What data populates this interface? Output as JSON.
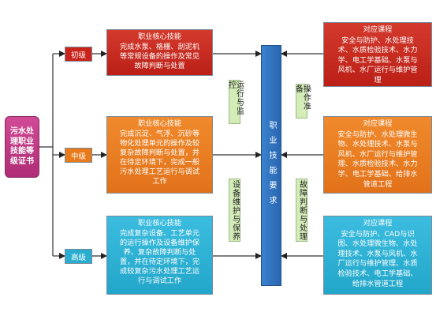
{
  "certificate": {
    "label": "污水处理职业技能等级证书"
  },
  "levels": [
    {
      "label": "初级",
      "color": "#c8241b"
    },
    {
      "label": "中级",
      "color": "#e87a1a"
    },
    {
      "label": "高级",
      "color": "#2aaed0"
    }
  ],
  "skills": [
    {
      "title": "职业核心技能",
      "lines": [
        "完成水泵、格栅、刮泥机",
        "等常规设备的操作及常见",
        "故障判断与处置"
      ]
    },
    {
      "title": "职业核心技能",
      "lines": [
        "完成沉淀、气浮、沉砂等",
        "物化处理单元的操作及较",
        "复杂故障判断与处置，并",
        "在待定环境下，完成一般",
        "污水处理工艺运行与调试",
        "工作"
      ]
    },
    {
      "title": "职业核心技能",
      "lines": [
        "完成复杂设备、工艺单元",
        "的运行操作及设备维护保",
        "养、复杂故障判断与处",
        "置，并在待定环境下，完",
        "成较复杂污水处理工艺运",
        "行与调试工作"
      ]
    }
  ],
  "courses": [
    {
      "title": "对应课程",
      "lines": [
        "安全与防护、水处理技",
        "术、水质检验技术、水力",
        "学、电工学基础、水泵与",
        "风机、水厂运行与维护管",
        "理"
      ]
    },
    {
      "title": "对应课程",
      "lines": [
        "安全与防护、水处理微生",
        "物、水处理技术、水泵与",
        "风机、水厂运行与维护管",
        "理、水质检验技术、水力",
        "学、电工学基础、给排水",
        "管道工程"
      ]
    },
    {
      "title": "对应课程",
      "lines": [
        "安全与防护、CAD与识",
        "图、水处理微生物、水处",
        "理技术、水泵与风机、水",
        "厂运行与维护管理、水质",
        "检验技术、电工学基础、",
        "给排水管道工程"
      ]
    }
  ],
  "center": {
    "label": "职业技能要求"
  },
  "side_labels": {
    "top_left": "运行与监控",
    "top_right": "操作准备",
    "bottom_left": "设备维护与保养",
    "bottom_right": "故障判断与处理"
  },
  "colors": {
    "red": "#c8241b",
    "orange": "#e87a1a",
    "cyan": "#2aaed0",
    "blue": "#2f74c0",
    "green": "#d4ecb8",
    "pink": "#c23a86"
  }
}
